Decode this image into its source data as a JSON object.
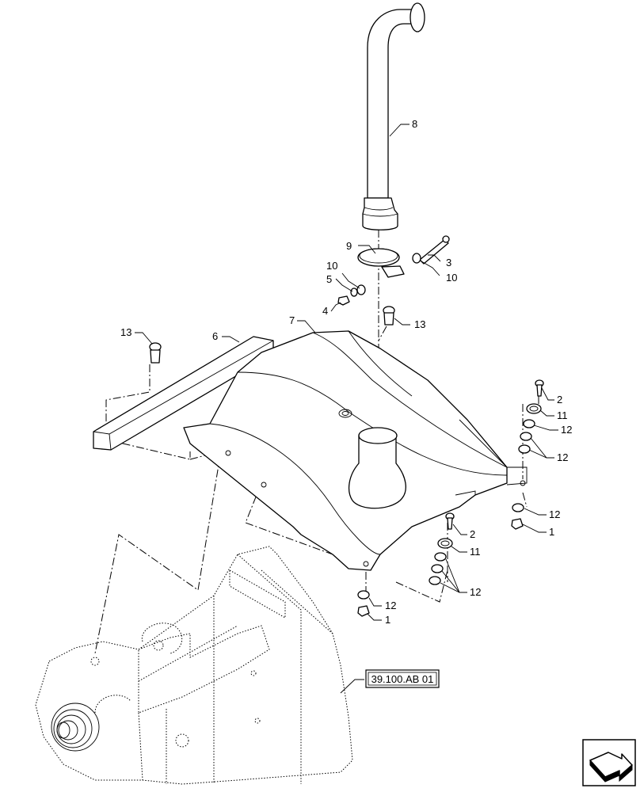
{
  "callouts": [
    {
      "id": "c8",
      "text": "8"
    },
    {
      "id": "c9",
      "text": "9"
    },
    {
      "id": "c3",
      "text": "3"
    },
    {
      "id": "c10a",
      "text": "10"
    },
    {
      "id": "c10b",
      "text": "10"
    },
    {
      "id": "c5",
      "text": "5"
    },
    {
      "id": "c4",
      "text": "4"
    },
    {
      "id": "c13a",
      "text": "13"
    },
    {
      "id": "c13b",
      "text": "13"
    },
    {
      "id": "c7",
      "text": "7"
    },
    {
      "id": "c6",
      "text": "6"
    },
    {
      "id": "c2a",
      "text": "2"
    },
    {
      "id": "c11a",
      "text": "11"
    },
    {
      "id": "c12a",
      "text": "12"
    },
    {
      "id": "c12b",
      "text": "12"
    },
    {
      "id": "c12c",
      "text": "12"
    },
    {
      "id": "c1a",
      "text": "1"
    },
    {
      "id": "c2b",
      "text": "2"
    },
    {
      "id": "c11b",
      "text": "11"
    },
    {
      "id": "c12d",
      "text": "12"
    },
    {
      "id": "c12e",
      "text": "12"
    },
    {
      "id": "c1b",
      "text": "1"
    }
  ],
  "reference_box": {
    "text": "39.100.AB 01"
  },
  "nav_icon": "next-page-arrow-icon"
}
